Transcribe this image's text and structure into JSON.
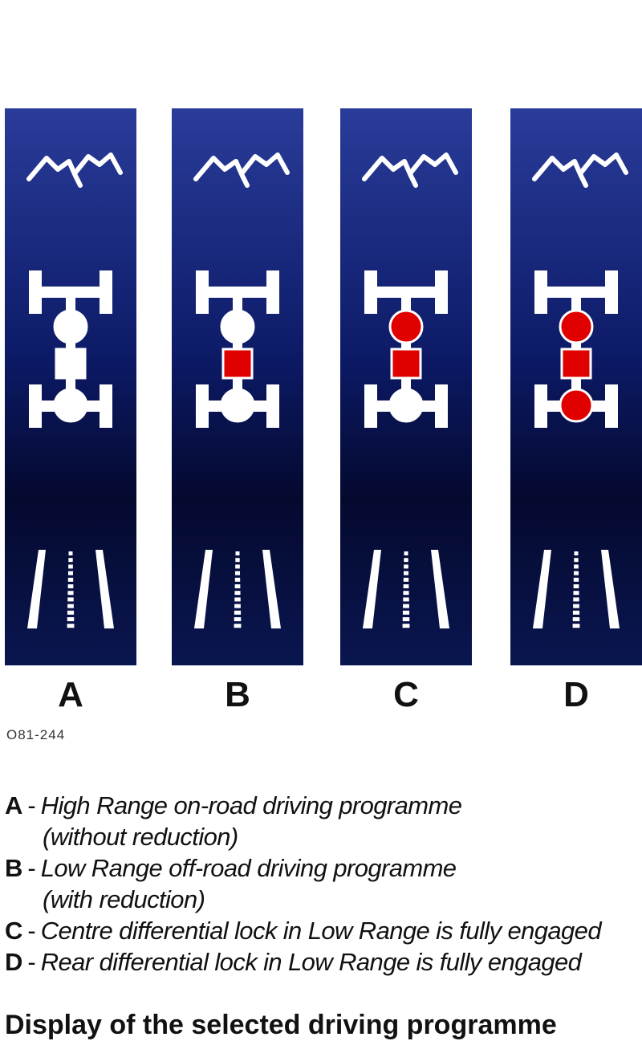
{
  "panels": [
    {
      "letter": "A",
      "front_diff_locked": false,
      "centre_diff_locked": false,
      "transfer_low_range": false,
      "rear_diff_locked": false
    },
    {
      "letter": "B",
      "front_diff_locked": false,
      "centre_diff_locked": false,
      "transfer_low_range": true,
      "rear_diff_locked": false
    },
    {
      "letter": "C",
      "front_diff_locked": false,
      "centre_diff_locked": true,
      "transfer_low_range": true,
      "rear_diff_locked": false
    },
    {
      "letter": "D",
      "front_diff_locked": false,
      "centre_diff_locked": true,
      "transfer_low_range": true,
      "rear_diff_locked": true
    }
  ],
  "figure_id": "O81-244",
  "legend": [
    {
      "key": "A",
      "sep": "-",
      "text": "High Range on-road driving programme",
      "cont": "(without reduction)"
    },
    {
      "key": "B",
      "sep": "-",
      "text": "Low Range off-road driving programme",
      "cont": "(with reduction)"
    },
    {
      "key": "C",
      "sep": "-",
      "text": "Centre differential lock in Low Range is fully engaged",
      "cont": ""
    },
    {
      "key": "D",
      "sep": "-",
      "text": "Rear differential lock in Low Range is fully engaged",
      "cont": ""
    }
  ],
  "bottom_heading": "Display of the selected driving programme",
  "colors": {
    "panel_top": "#2a3c9a",
    "panel_mid": "#0c1a66",
    "panel_dark": "#04092e",
    "icon": "#ffffff",
    "lock_active": "#e00000"
  },
  "icons": {
    "terrain": "mountain-icon",
    "drivetrain": "drivetrain-icon",
    "road": "road-icon"
  }
}
